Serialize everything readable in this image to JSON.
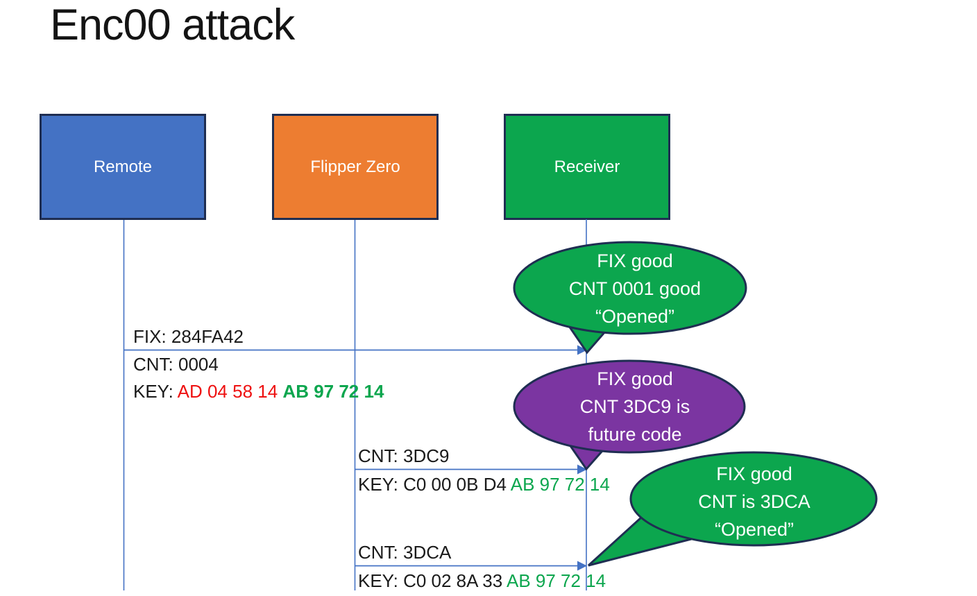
{
  "title": "Enc00 attack",
  "actors": [
    {
      "id": "remote",
      "label": "Remote",
      "fill": "#4472C4"
    },
    {
      "id": "flipper-zero",
      "label": "Flipper Zero",
      "fill": "#ED7D31"
    },
    {
      "id": "receiver",
      "label": "Receiver",
      "fill": "#0CA64E"
    }
  ],
  "messages": {
    "m1": {
      "from": "Remote",
      "to": "Receiver",
      "fix": "FIX: 284FA42",
      "cnt": "CNT: 0004",
      "key_prefix": "KEY:",
      "key_red": "AD 04 58 14",
      "key_green": "AB 97 72 14"
    },
    "m2": {
      "from": "Flipper Zero",
      "to": "Receiver",
      "cnt": "CNT: 3DC9",
      "key_prefix": "KEY:",
      "key_black": "C0 00 0B D4",
      "key_green": "AB 97 72 14"
    },
    "m3": {
      "from": "Flipper Zero",
      "to": "Receiver",
      "cnt": "CNT: 3DCA",
      "key_prefix": "KEY:",
      "key_black": "C0 02 8A 33",
      "key_green": "AB 97 72 14"
    }
  },
  "bubbles": [
    {
      "color": "#0CA64E",
      "lines": [
        "FIX good",
        "CNT 0001 good",
        "“Opened”"
      ]
    },
    {
      "color": "#7B35A1",
      "lines": [
        "FIX good",
        "CNT 3DC9 is",
        "future code"
      ]
    },
    {
      "color": "#0CA64E",
      "lines": [
        "FIX good",
        "CNT is 3DCA",
        "“Opened”"
      ]
    }
  ],
  "colors": {
    "outline_navy": "#1F2E52",
    "line_blue": "#4472C4",
    "key_red": "#EE1111",
    "key_green": "#0CA64E",
    "purple": "#7B35A1",
    "green": "#0CA64E",
    "blue": "#4472C4",
    "orange": "#ED7D31"
  }
}
